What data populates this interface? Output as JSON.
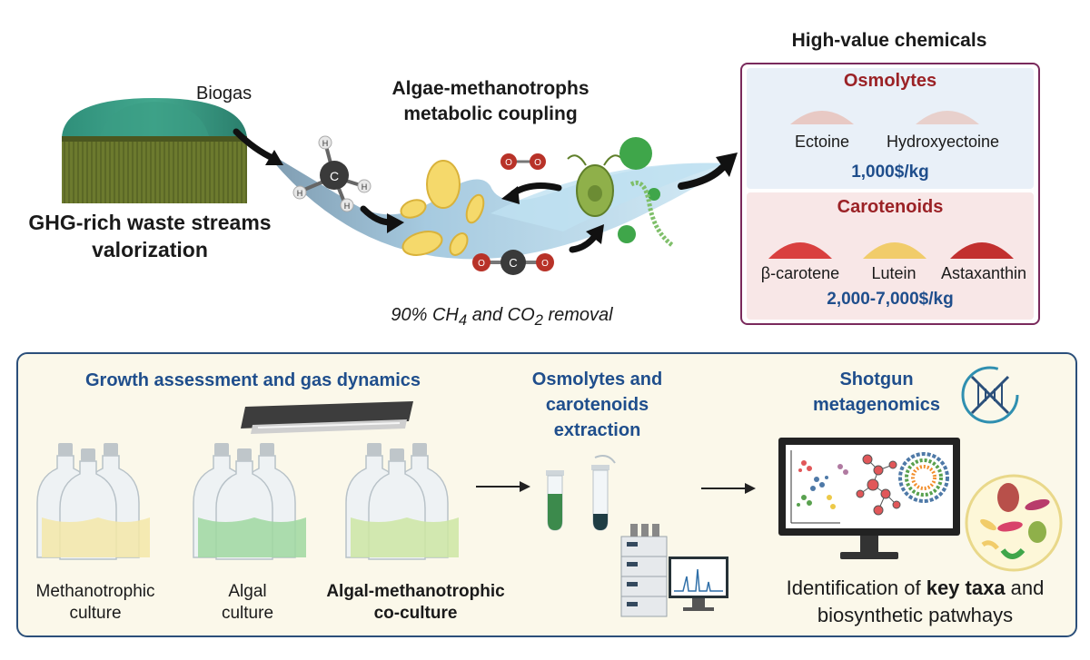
{
  "top": {
    "biogas_label": "Biogas",
    "ghg_title_line1": "GHG-rich waste streams",
    "ghg_title_line2": "valorization",
    "coupling_line1": "Algae-methanotrophs",
    "coupling_line2": "metabolic coupling",
    "removal_text": "90% CH",
    "removal_sub1": "4",
    "removal_mid": " and CO",
    "removal_sub2": "2",
    "removal_end": " removal",
    "atom_c": "C",
    "atom_o": "O",
    "atom_h": "H"
  },
  "chemicals": {
    "title": "High-value chemicals",
    "osmolytes": {
      "heading": "Osmolytes",
      "items": [
        "Ectoine",
        "Hydroxyectoine"
      ],
      "price": "1,000$/kg"
    },
    "carotenoids": {
      "heading": "Carotenoids",
      "items": [
        "β-carotene",
        "Lutein",
        "Astaxanthin"
      ],
      "price": "2,000-7,000$/kg"
    }
  },
  "bottom": {
    "growth_title": "Growth assessment and gas dynamics",
    "cultures": [
      {
        "line1": "Methanotrophic",
        "line2": "culture"
      },
      {
        "line1": "Algal",
        "line2": "culture"
      },
      {
        "line1": "Algal-methanotrophic",
        "line2": "co-culture"
      }
    ],
    "extraction_line1": "Osmolytes and",
    "extraction_line2": "carotenoids",
    "extraction_line3": "extraction",
    "shotgun_line1": "Shotgun",
    "shotgun_line2": "metagenomics",
    "ident_pre": "Identification of ",
    "ident_bold": "key taxa",
    "ident_post": " and",
    "ident_line2": "biosynthetic patwhays"
  },
  "colors": {
    "accent_blue": "#1f4e8c",
    "accent_red": "#9b2226",
    "frame_purple": "#7a2a5c",
    "bottom_bg": "#fbf8ea"
  }
}
